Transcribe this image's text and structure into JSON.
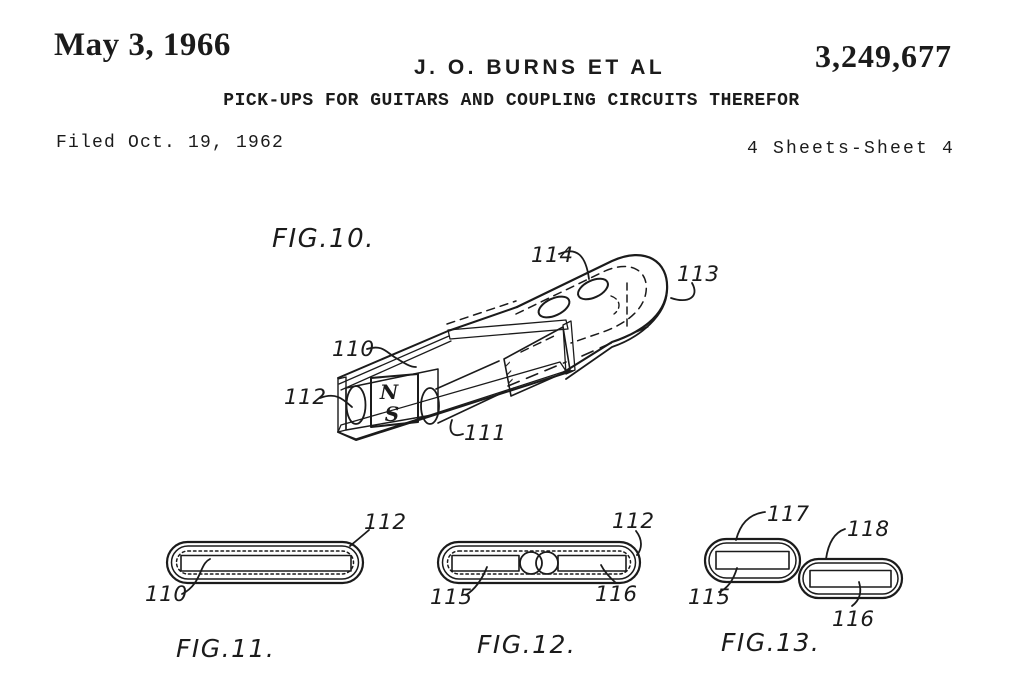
{
  "page": {
    "background": "#ffffff",
    "ink": "#1b1b1b"
  },
  "header": {
    "date": "May 3, 1966",
    "inventors": "J. O. BURNS ET AL",
    "patent_number": "3,249,677",
    "title": "PICK-UPS FOR GUITARS AND COUPLING CIRCUITS THEREFOR",
    "filed": "Filed Oct. 19, 1962",
    "sheet_info": "4 Sheets-Sheet 4"
  },
  "figures": {
    "fig10": {
      "caption": "FIG.10.",
      "poles": {
        "n": "N",
        "s": "S"
      },
      "refs": {
        "110": "110",
        "111": "111",
        "112": "112",
        "113": "113",
        "114": "114"
      }
    },
    "fig11": {
      "caption": "FIG.11.",
      "refs": {
        "110": "110",
        "112": "112"
      }
    },
    "fig12": {
      "caption": "FIG.12.",
      "refs": {
        "112": "112",
        "115": "115",
        "116": "116"
      }
    },
    "fig13": {
      "caption": "FIG.13.",
      "refs": {
        "115": "115",
        "116": "116",
        "117": "117",
        "118": "118"
      }
    }
  }
}
